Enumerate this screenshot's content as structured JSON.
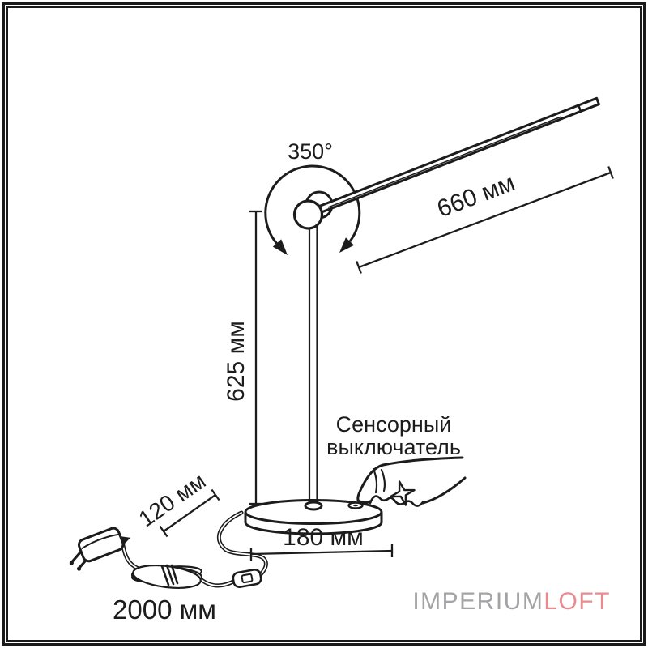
{
  "diagram": {
    "rotation_label": "350°",
    "arm_length_label": "660 мм",
    "height_label": "625 мм",
    "base_diameter_label": "180 мм",
    "plug_length_label": "120 мм",
    "cable_length_label": "2000 мм",
    "touch_switch_line1": "Сенсорный",
    "touch_switch_line2": "выключатель"
  },
  "branding": {
    "name_primary": "IMPERIUM",
    "name_secondary": "LOFT",
    "primary_color": "#a3a3a5",
    "secondary_color": "#e98a8e"
  },
  "colors": {
    "line": "#1c1c1c",
    "background": "#ffffff"
  }
}
